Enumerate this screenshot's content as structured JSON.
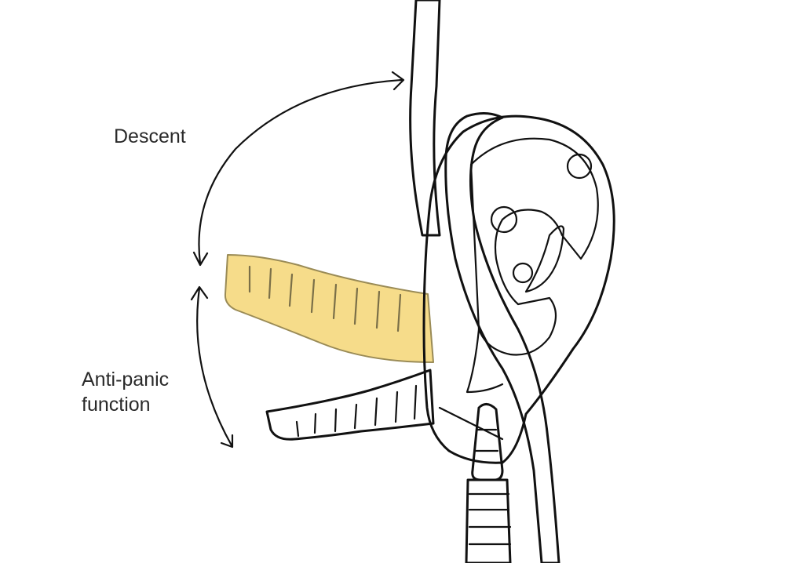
{
  "labels": {
    "descent": "Descent",
    "anti_panic_line1": "Anti-panic",
    "anti_panic_line2": "function"
  },
  "colors": {
    "device_yellow": "#F7C31A",
    "ghost_handle": "#F6DC8A",
    "ink": "#111111",
    "rope": "#FFFFFF",
    "text": "#2A2A2A"
  }
}
